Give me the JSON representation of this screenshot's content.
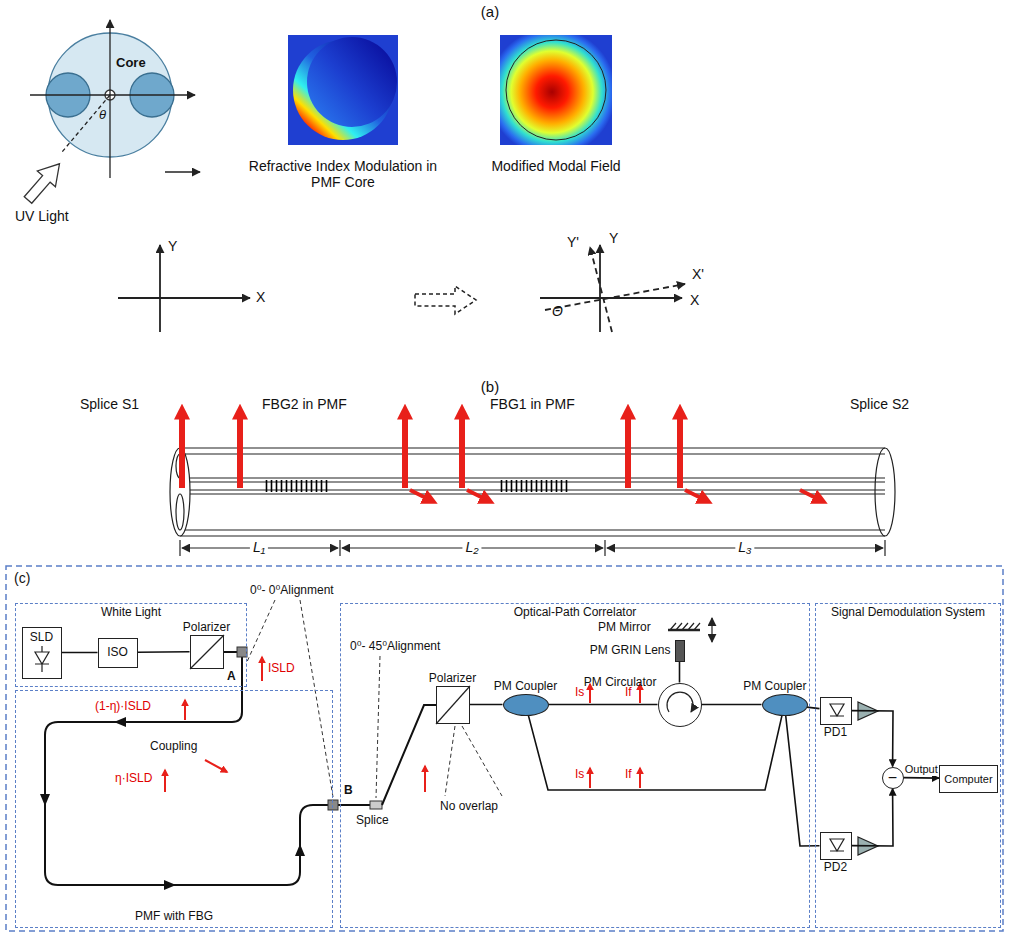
{
  "diagram": {
    "nodes": [
      {
        "text": [
          "White Light"
        ]
      },
      {
        "text": [
          "SLD"
        ],
        "in": 0
      },
      {
        "text": [
          "ISO"
        ],
        "in": 0
      },
      {
        "text": [
          "Polarizer"
        ],
        "in": 0
      },
      {
        "text": [
          "PMF with FBG"
        ]
      },
      {
        "text": [
          "Optical-Path Correlator"
        ]
      },
      {
        "text": [
          "Polarizer"
        ],
        "in": 5
      },
      {
        "text": [
          "PM Coupler"
        ],
        "in": 5
      },
      {
        "text": [
          "PM Circulator"
        ],
        "in": 5
      },
      {
        "text": [
          "PM GRIN Lens"
        ],
        "in": 5
      },
      {
        "text": [
          "PM Coupler"
        ],
        "in": 5
      },
      {
        "text": [
          "Signal Demodulation System"
        ]
      },
      {
        "text": [
          "PD1"
        ],
        "in": 11
      },
      {
        "text": [
          "PD2"
        ],
        "in": 11
      },
      {
        "text": [
          "−"
        ],
        "in": 11
      },
      {
        "text": [
          "Computer"
        ],
        "in": 11
      }
    ],
    "edges": [
      {
        "from": 1,
        "to": 2,
        "arrow": "none"
      },
      {
        "from": 2,
        "to": 3,
        "arrow": "none"
      },
      {
        "from": 6,
        "to": 7,
        "arrow": "none"
      },
      {
        "from": 7,
        "to": 8,
        "arrow": "none"
      },
      {
        "from": 8,
        "to": 9,
        "arrow": "none"
      },
      {
        "from": 8,
        "to": 10,
        "arrow": "none"
      },
      {
        "from": 7,
        "to": 10,
        "arrow": "none"
      },
      {
        "from": 10,
        "to": 12,
        "arrow": "none"
      },
      {
        "from": 10,
        "to": 13,
        "arrow": "none"
      },
      {
        "from": 12,
        "to": 14,
        "arrow": "to"
      },
      {
        "from": 13,
        "to": 14,
        "arrow": "to"
      },
      {
        "from": 14,
        "to": 15,
        "arrow": "to",
        "label": "Output"
      }
    ],
    "labels": [
      "(a)",
      "Core",
      "θ",
      "UV Light",
      "Refractive Index Modulation in PMF Core",
      "Modified Modal Field",
      "Y",
      "X",
      "Y'",
      "Y",
      "X'",
      "X",
      "Θ",
      "(b)",
      "Splice S1",
      "FBG2 in PMF",
      "FBG1 in PMF",
      "Splice S2",
      "L₁",
      "L₂",
      "L₃",
      "(c)",
      "0⁰- 0⁰Alignment",
      "A",
      "ISLD",
      "(1-η)·ISLD",
      "Coupling",
      "η·ISLD",
      "B",
      "0⁰- 45⁰Alignment",
      "Splice",
      "No overlap",
      "Is",
      "If",
      "Is",
      "If",
      "PM Mirror"
    ]
  }
}
